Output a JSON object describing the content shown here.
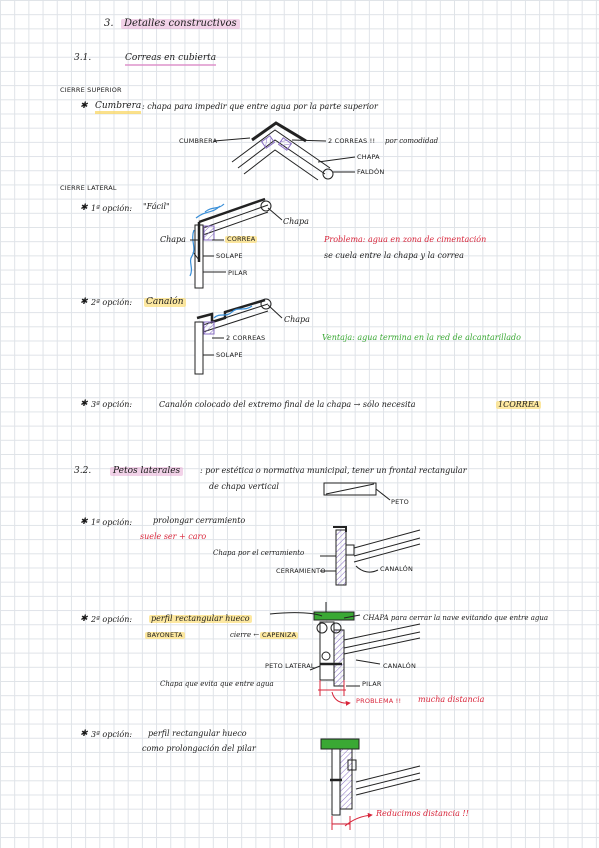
{
  "section3": {
    "number": "3.",
    "title": "Detalles constructivos"
  },
  "s31": {
    "number": "3.1.",
    "title": "Correas en cubierta",
    "cierre_superior": {
      "heading": "CIERRE SUPERIOR",
      "item_term": "Cumbrera",
      "item_text": ": chapa para impedir que entre agua por la parte superior",
      "labels": {
        "cumbrera": "CUMBRERA",
        "correas": "2 CORREAS !!",
        "correas_note": "por comodidad",
        "chapa": "CHAPA",
        "faldon": "FALDÓN"
      }
    },
    "cierre_lateral": {
      "heading": "CIERRE LATERAL",
      "op1": {
        "label": "1ª opción:",
        "term": "\"Fácil\"",
        "chapa_r": "Chapa",
        "chapa_l": "Chapa",
        "correa": "CORREA",
        "solape": "SOLAPE",
        "pilar": "PILAR",
        "problema": "Problema: agua en zona de cimentación",
        "problema_2": "se cuela entre la chapa y la correa"
      },
      "op2": {
        "label": "2ª opción:",
        "term": "Canalón",
        "chapa": "Chapa",
        "correas": "2 CORREAS",
        "solape": "SOLAPE",
        "ventaja": "Ventaja: agua termina en la red de alcantarillado"
      },
      "op3": {
        "label": "3ª opción:",
        "text": "Canalón colocado del extremo final de la chapa → sólo necesita",
        "term": "1CORREA"
      }
    }
  },
  "s32": {
    "number": "3.2.",
    "title": "Petos laterales",
    "intro_1": ": por estética o normativa municipal, tener un frontal rectangular",
    "intro_2": "de chapa vertical",
    "peto_label": "PETO",
    "op1": {
      "label": "1ª opción:",
      "text": "prolongar cerramiento",
      "note": "suele ser + caro",
      "chapa_label": "Chapa por el cerramiento",
      "cerramiento": "CERRAMIENTO",
      "canalon": "CANALÓN"
    },
    "op2": {
      "label": "2ª opción:",
      "text": "perfil rectangular hueco",
      "bayoneta": "BAYONETA",
      "cierre": "cierre ←",
      "capeniza": "CAPENIZA",
      "chapa_note": "CHAPA para cerrar la nave evitando que entre agua",
      "peto_lateral": "PETO LATERAL",
      "canalon": "CANALÓN",
      "chapa_agua": "Chapa que evita que entre agua",
      "pilar": "PILAR",
      "problema": "PROBLEMA !!",
      "problema_2": "mucha distancia"
    },
    "op3": {
      "label": "3ª opción:",
      "text_1": "perfil rectangular hueco",
      "text_2": "como prolongación del pilar",
      "reducimos": "Reducimos distancia !!"
    }
  },
  "colors": {
    "pink_highlight": "#e29ccd",
    "yellow_highlight": "#fcde78",
    "red_ink": "#d8253a",
    "green_ink": "#3aa834",
    "blue_water": "#3a8fd8",
    "purple_hatch": "#8a6fc4",
    "grid": "#dfe3e8"
  }
}
